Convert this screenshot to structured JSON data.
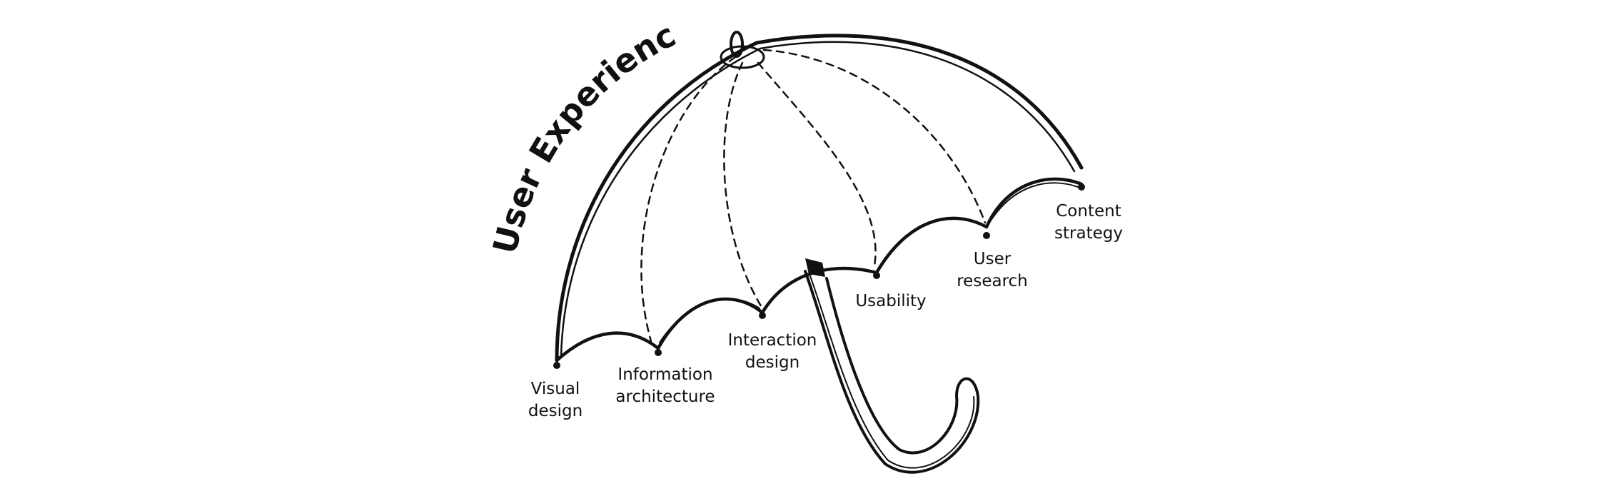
{
  "title": "User Experience",
  "labels": {
    "visual_design": [
      "Visual",
      "design"
    ],
    "information_architecture": [
      "Information",
      "architecture"
    ],
    "interaction_design": [
      "Interaction",
      "design"
    ],
    "usability": [
      "Usability"
    ],
    "user_research": [
      "User",
      "research"
    ],
    "content_strategy": [
      "Content",
      "strategy"
    ]
  },
  "colors": {
    "ink": "#111111",
    "background": "#ffffff"
  }
}
